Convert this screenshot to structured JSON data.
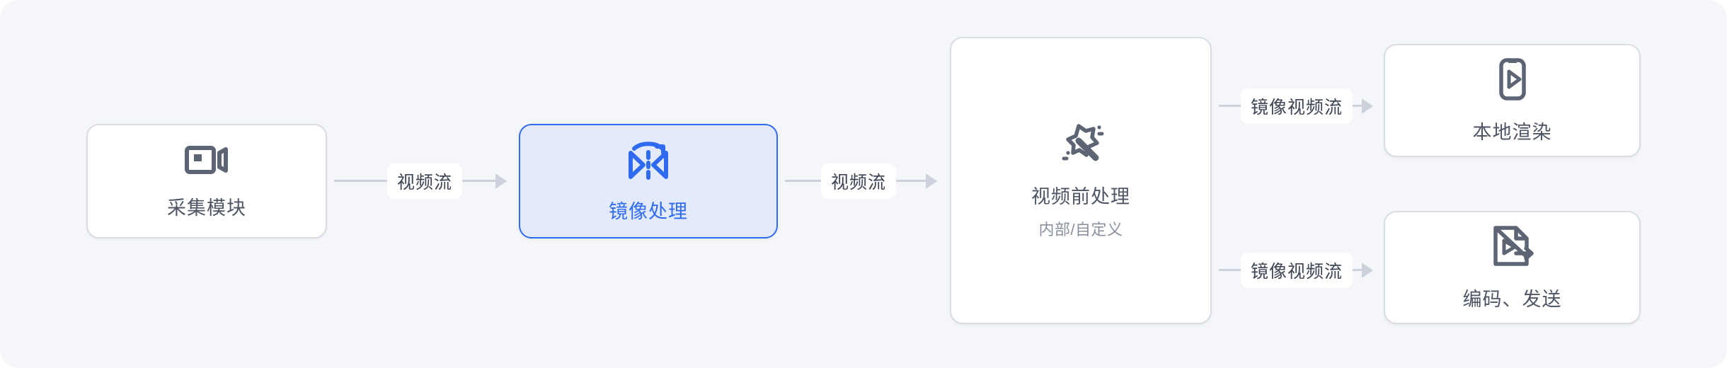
{
  "diagram": {
    "background_color": "#f4f6f9",
    "accent_color": "#2f6bf0",
    "neutral_color": "#5d6575",
    "edge_color": "#ccd2db",
    "nodes": [
      {
        "id": "capture",
        "title": "采集模块",
        "subtitle": "",
        "icon": "video-camera-icon",
        "state": "default"
      },
      {
        "id": "mirror",
        "title": "镜像处理",
        "subtitle": "",
        "icon": "mirror-flip-icon",
        "state": "highlighted"
      },
      {
        "id": "preproc",
        "title": "视频前处理",
        "subtitle": "内部/自定义",
        "icon": "magic-wand-icon",
        "state": "default"
      },
      {
        "id": "render",
        "title": "本地渲染",
        "subtitle": "",
        "icon": "phone-play-icon",
        "state": "default"
      },
      {
        "id": "encode",
        "title": "编码、发送",
        "subtitle": "",
        "icon": "video-file-export-icon",
        "state": "default"
      }
    ],
    "edges": [
      {
        "id": "edge1",
        "from": "capture",
        "to": "mirror",
        "label": "视频流"
      },
      {
        "id": "edge2",
        "from": "mirror",
        "to": "preproc",
        "label": "视频流"
      },
      {
        "id": "edge3",
        "from": "preproc",
        "to": "render",
        "label": "镜像视频流"
      },
      {
        "id": "edge4",
        "from": "preproc",
        "to": "encode",
        "label": "镜像视频流"
      }
    ]
  }
}
